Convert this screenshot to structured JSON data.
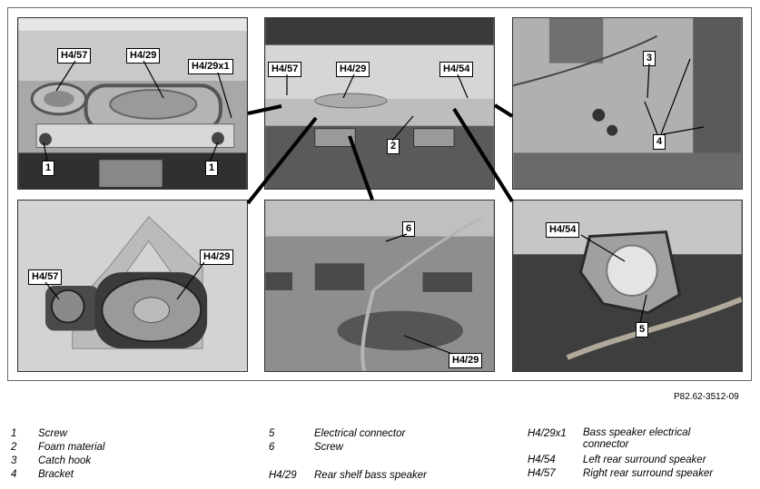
{
  "figure": {
    "reference": "P82.62-3512-09",
    "panel_labels": {
      "p1_h457": "H4/57",
      "p1_h429": "H4/29",
      "p1_h429x1": "H4/29x1",
      "p1_c1a": "1",
      "p1_c1b": "1",
      "p2_h457": "H4/57",
      "p2_h429": "H4/29",
      "p2_h454": "H4/54",
      "p2_c2": "2",
      "p3_c3": "3",
      "p3_c4": "4",
      "p4_h457": "H4/57",
      "p4_h429": "H4/29",
      "p5_c6": "6",
      "p5_h429": "H4/29",
      "p6_h454": "H4/54",
      "p6_c5": "5"
    }
  },
  "legend": {
    "col1": [
      {
        "key": "1",
        "value": "Screw"
      },
      {
        "key": "2",
        "value": "Foam material"
      },
      {
        "key": "3",
        "value": "Catch hook"
      },
      {
        "key": "4",
        "value": "Bracket"
      }
    ],
    "col2": [
      {
        "key": "5",
        "value": "Electrical connector"
      },
      {
        "key": "6",
        "value": "Screw"
      },
      {
        "key": "H4/29",
        "value": "Rear shelf bass speaker"
      }
    ],
    "col3": [
      {
        "key": "H4/29x1",
        "value": "Bass speaker electrical connector"
      },
      {
        "key": "H4/54",
        "value": "Left rear surround speaker"
      },
      {
        "key": "H4/57",
        "value": "Right rear surround speaker"
      }
    ]
  }
}
